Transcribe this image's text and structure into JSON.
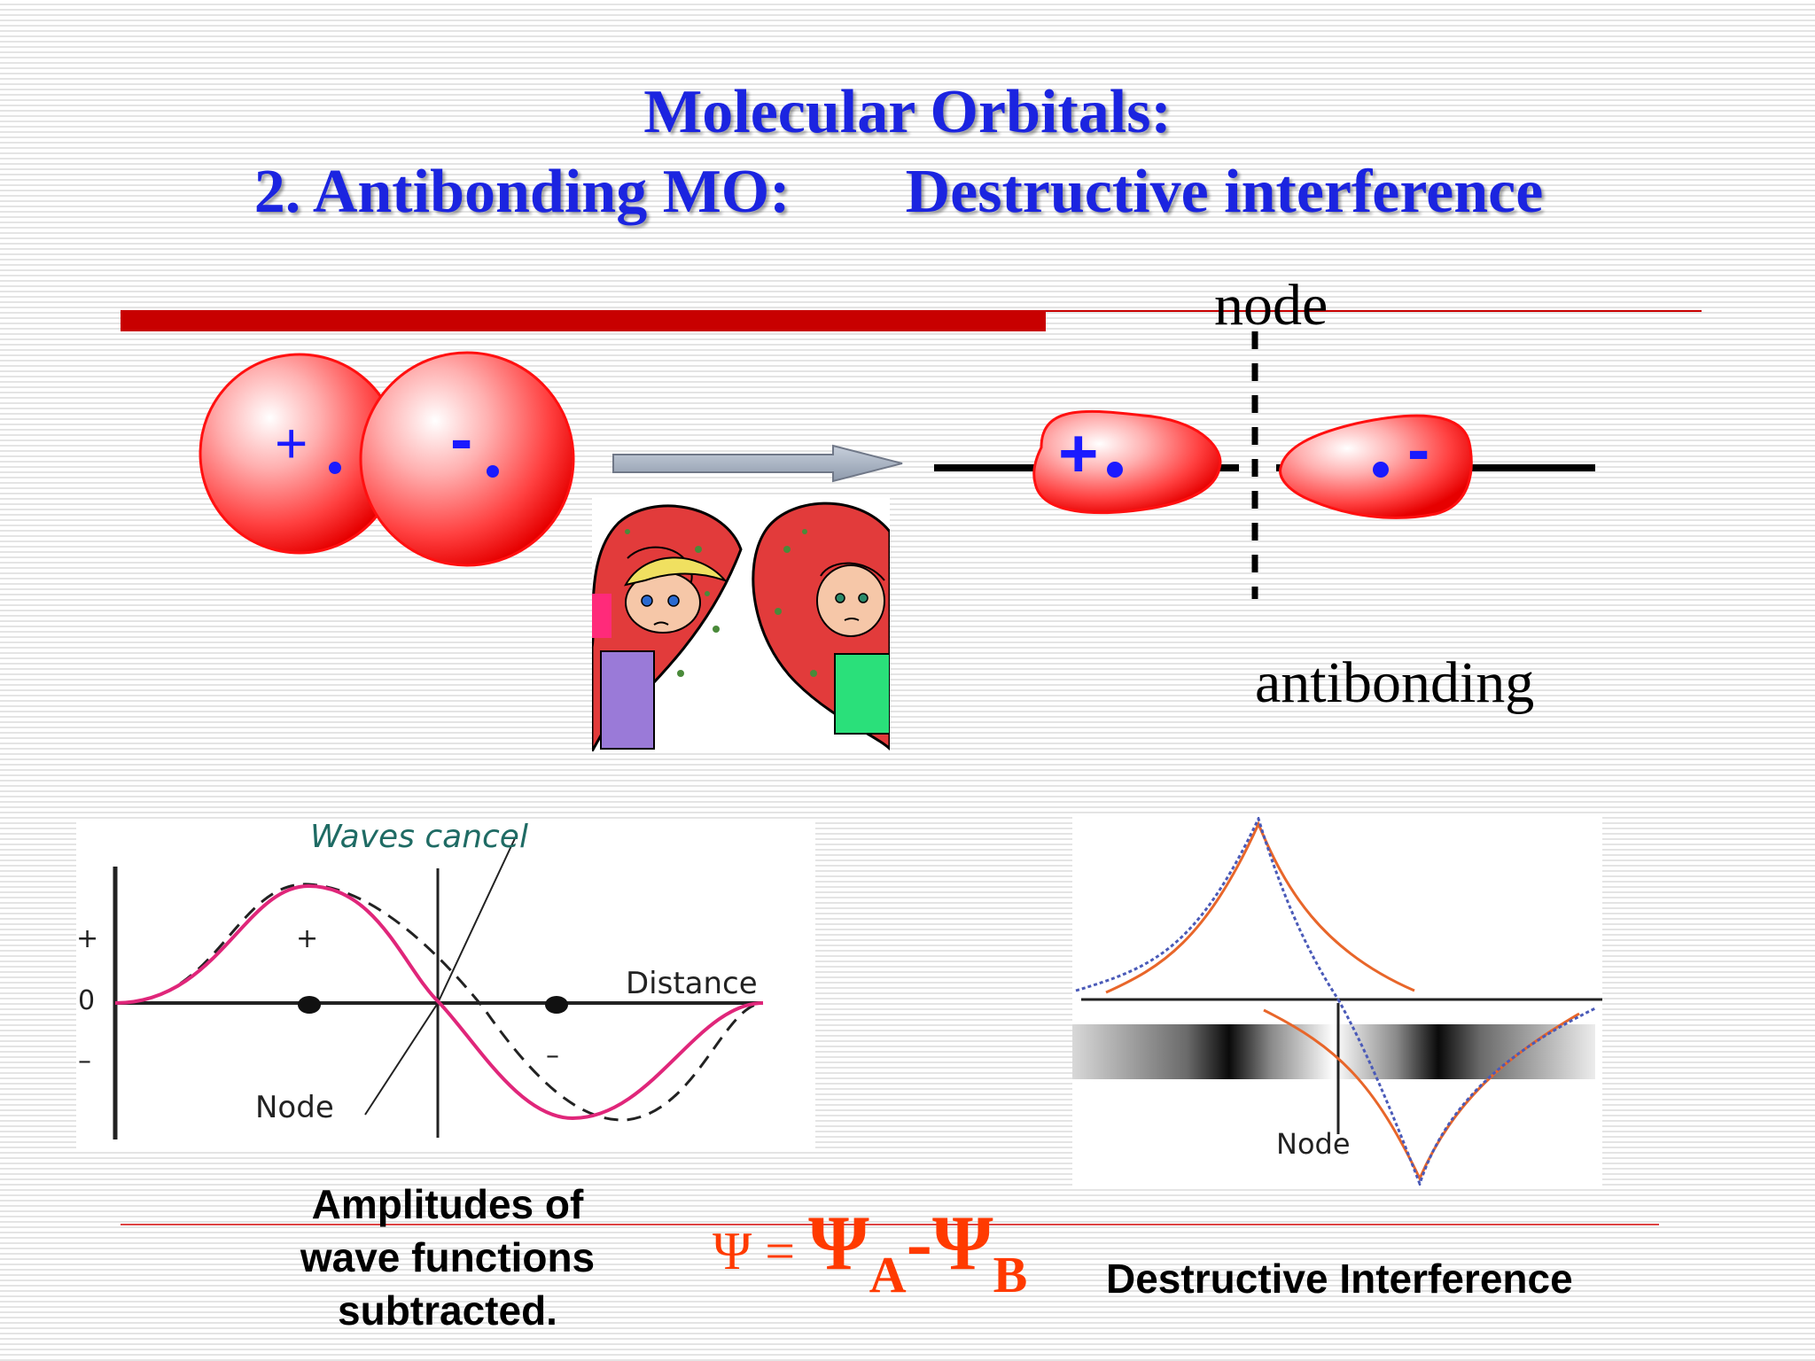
{
  "title": {
    "line1": "Molecular Orbitals:",
    "line2_left": "2. Antibonding MO:",
    "line2_right": "Destructive interference"
  },
  "colors": {
    "title_blue": "#1b24e0",
    "accent_red": "#c80000",
    "lobe_red": "#ff1a1a",
    "formula_red": "#ff3a00",
    "sign_blue": "#1a1aff",
    "curve_pink": "#e0267a",
    "curve_orange": "#e8662a",
    "curve_blue": "#4a5ab8"
  },
  "orbitals": {
    "left_sign": "+",
    "right_sign": "-",
    "arrow_icon": "right-arrow-icon",
    "result_left_sign": "+",
    "result_right_sign": "-"
  },
  "labels": {
    "node": "node",
    "antibonding": "antibonding"
  },
  "wave_graph": {
    "annotation_top": "Waves cancel",
    "plus_tick": "+",
    "zero_tick": "0",
    "minus_tick": "–",
    "lobe_plus": "+",
    "lobe_minus": "–",
    "x_label": "Distance",
    "node_label": "Node"
  },
  "interference_graph": {
    "node_label": "Node"
  },
  "captions": {
    "left_line1": "Amplitudes of",
    "left_line2": "wave functions",
    "left_line3": "subtracted.",
    "right": "Destructive Interference"
  },
  "formula": {
    "psi": "Ψ",
    "equals": " = ",
    "psi_a": "Ψ",
    "sub_a": "A",
    "minus": "-",
    "psi_b": "Ψ",
    "sub_b": "B"
  }
}
